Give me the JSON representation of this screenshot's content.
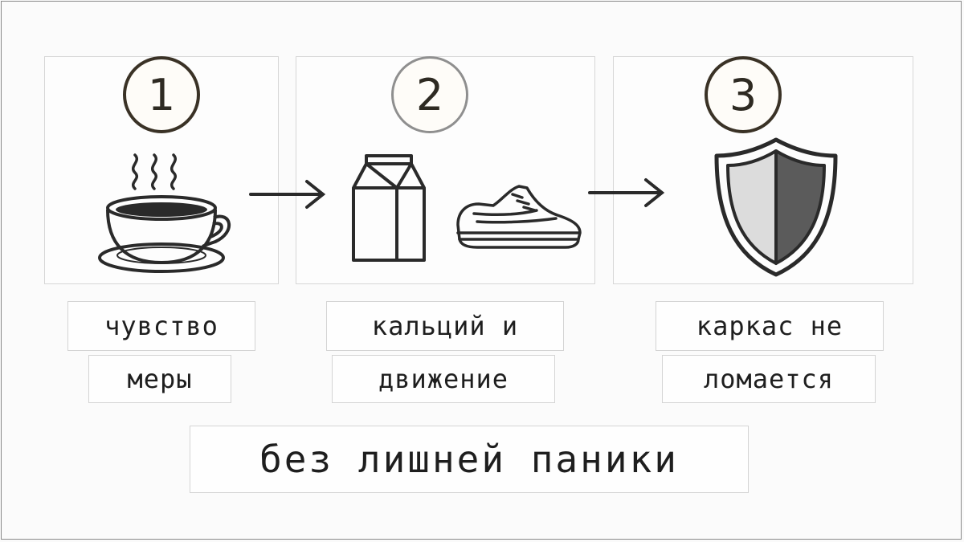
{
  "steps": [
    {
      "number": "1",
      "icon": "coffee-cup-icon",
      "label_line1": "чувство",
      "label_line2": "меры"
    },
    {
      "number": "2",
      "icon": "milk-carton-icon",
      "icon2": "sneaker-icon",
      "label_line1": "кальций и",
      "label_line2": "движение"
    },
    {
      "number": "3",
      "icon": "shield-icon",
      "label_line1": "каркас не",
      "label_line2": "ломается"
    }
  ],
  "conclusion": "без лишней паники",
  "colors": {
    "outline": "#2a2a2a",
    "circle_brown": "#3a3226",
    "circle_gray": "#8f8f8f",
    "background": "#fafafa"
  }
}
